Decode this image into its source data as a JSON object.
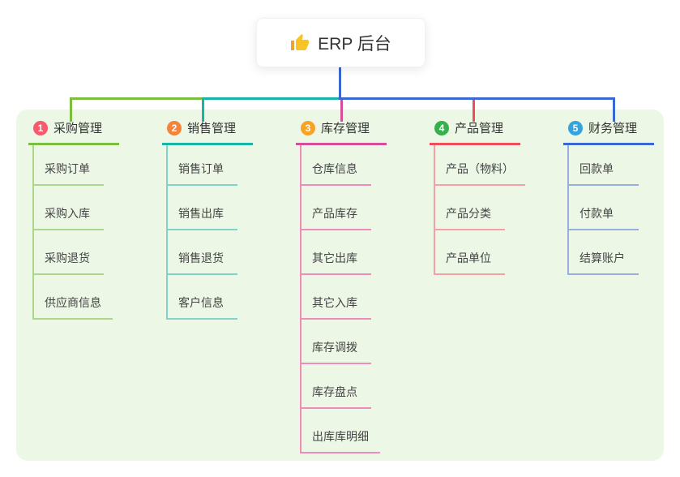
{
  "root": {
    "icon": "thumbs-up",
    "title": "ERP 后台"
  },
  "branches": [
    {
      "num": "1",
      "title": "采购管理",
      "badge_color": "#F75A6B",
      "line_color": "#7CBE3F",
      "light_color": "#ABD68C",
      "children": [
        "采购订单",
        "采购入库",
        "采购退货",
        "供应商信息"
      ]
    },
    {
      "num": "2",
      "title": "销售管理",
      "badge_color": "#F6833B",
      "line_color": "#17B5A5",
      "light_color": "#82D2C9",
      "children": [
        "销售订单",
        "销售出库",
        "销售退货",
        "客户信息"
      ]
    },
    {
      "num": "3",
      "title": "库存管理",
      "badge_color": "#F7A326",
      "line_color": "#D64D99",
      "light_color": "#F08CBB",
      "children": [
        "仓库信息",
        "产品库存",
        "其它出库",
        "其它入库",
        "库存调拨",
        "库存盘点",
        "出库库明细"
      ]
    },
    {
      "num": "4",
      "title": "产品管理",
      "badge_color": "#35B14B",
      "line_color": "#F04D5C",
      "light_color": "#F5A0A6",
      "children": [
        "产品（物料）",
        "产品分类",
        "产品单位"
      ]
    },
    {
      "num": "5",
      "title": "财务管理",
      "badge_color": "#35A4DE",
      "line_color": "#3A68D2",
      "light_color": "#98AEE0",
      "children": [
        "回款单",
        "付款单",
        "结算账户"
      ]
    }
  ]
}
